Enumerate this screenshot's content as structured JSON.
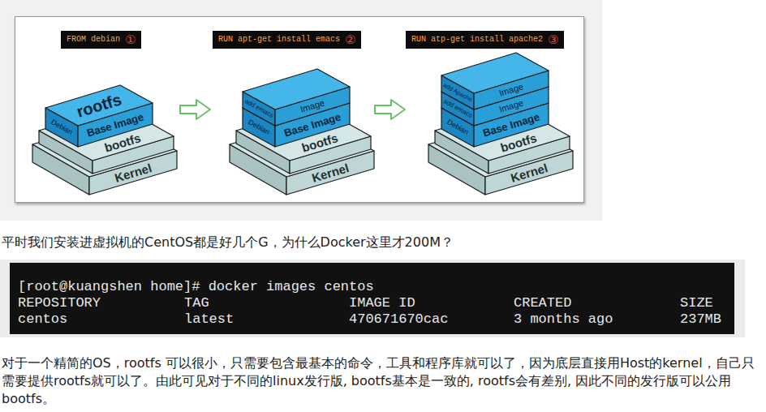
{
  "diagram": {
    "nodes": [
      {
        "text": [
          "FROM debian",
          "①"
        ]
      },
      {
        "text": [
          "Kernel"
        ]
      },
      {
        "text": [
          "bootfs"
        ]
      },
      {
        "text": [
          "rootfs",
          "Debian",
          "Base Image"
        ]
      },
      {
        "text": [
          "RUN apt-get install emacs",
          "②"
        ]
      },
      {
        "text": [
          "Kernel"
        ]
      },
      {
        "text": [
          "bootfs"
        ]
      },
      {
        "text": [
          "Debian",
          "Base Image"
        ]
      },
      {
        "text": [
          "add emacs",
          "Image"
        ]
      },
      {
        "text": [
          "RUN atp-get install apache2",
          "③"
        ]
      },
      {
        "text": [
          "Kernel"
        ]
      },
      {
        "text": [
          "bootfs"
        ]
      },
      {
        "text": [
          "Debian",
          "Base Image"
        ]
      },
      {
        "text": [
          "add emacs",
          "Image"
        ]
      },
      {
        "text": [
          "add Apache",
          "Image"
        ]
      },
      {
        "text": [
          "[root@kuangshen home]# docker images centos",
          "REPOSITORY",
          "TAG",
          "IMAGE ID",
          "CREATED",
          "SIZE",
          "centos",
          "latest",
          "470671670cac",
          "3 months ago",
          "237MB"
        ]
      }
    ],
    "labels": [
      "平时我们安装进虚拟机的CentOS都是好几个G，为什么Docker这里才200M？",
      "对于一个精简的OS，rootfs 可以很小，只需要包含最基本的命令，工具和程序库就可以了，因为底层直接用Host的kernel，自己只需要提供rootfs就可以了。由此可见对于不同的linux发行版, bootfs基本是一致的, rootfs会有差别, 因此不同的发行版可以公用bootfs。"
    ]
  }
}
